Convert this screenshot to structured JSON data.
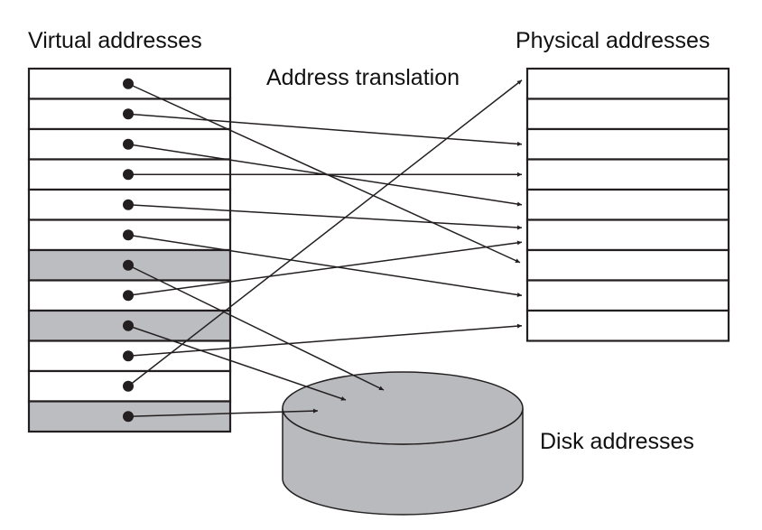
{
  "labels": {
    "virtual": "Virtual addresses",
    "physical": "Physical addresses",
    "translation": "Address translation",
    "disk": "Disk addresses"
  },
  "colors": {
    "line": "#231f20",
    "shaded": "#bcbdc0",
    "disk": "#b9babd",
    "background": "#ffffff"
  },
  "virtual_pages": [
    {
      "index": 0,
      "shaded": false,
      "maps_to": {
        "type": "physical",
        "frame": 6
      }
    },
    {
      "index": 1,
      "shaded": false,
      "maps_to": {
        "type": "physical",
        "frame": 2
      }
    },
    {
      "index": 2,
      "shaded": false,
      "maps_to": {
        "type": "physical",
        "frame": 4
      }
    },
    {
      "index": 3,
      "shaded": false,
      "maps_to": {
        "type": "physical",
        "frame": 3
      }
    },
    {
      "index": 4,
      "shaded": false,
      "maps_to": {
        "type": "physical",
        "frame": 5
      }
    },
    {
      "index": 5,
      "shaded": false,
      "maps_to": {
        "type": "physical",
        "frame": 7
      }
    },
    {
      "index": 6,
      "shaded": true,
      "maps_to": {
        "type": "disk"
      }
    },
    {
      "index": 7,
      "shaded": false,
      "maps_to": {
        "type": "physical",
        "frame": 5
      }
    },
    {
      "index": 8,
      "shaded": true,
      "maps_to": {
        "type": "disk"
      }
    },
    {
      "index": 9,
      "shaded": false,
      "maps_to": {
        "type": "physical",
        "frame": 8
      }
    },
    {
      "index": 10,
      "shaded": false,
      "maps_to": {
        "type": "physical",
        "frame": 0
      }
    },
    {
      "index": 11,
      "shaded": true,
      "maps_to": {
        "type": "disk"
      }
    }
  ],
  "physical_frames": 9
}
